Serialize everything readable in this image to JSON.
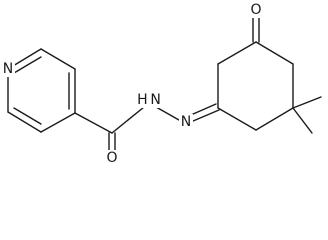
{
  "molecule": {
    "atoms": {
      "pyridine_n": "N",
      "amide_o": "O",
      "ketone_o": "O",
      "hydrazone_n": "N",
      "hydrazide_nh": "H N"
    }
  }
}
